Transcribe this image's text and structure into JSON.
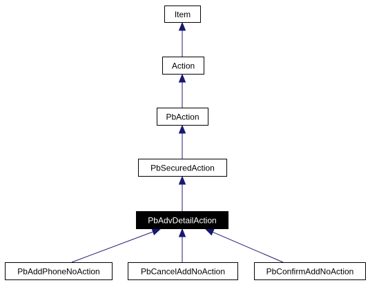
{
  "diagram": {
    "nodes": [
      {
        "id": "item",
        "label": "Item",
        "current": false
      },
      {
        "id": "action",
        "label": "Action",
        "current": false
      },
      {
        "id": "pbaction",
        "label": "PbAction",
        "current": false
      },
      {
        "id": "pbsecuredaction",
        "label": "PbSecuredAction",
        "current": false
      },
      {
        "id": "pbadvdetailaction",
        "label": "PbAdvDetailAction",
        "current": true
      },
      {
        "id": "pbaddphonenoaction",
        "label": "PbAddPhoneNoAction",
        "current": false
      },
      {
        "id": "pbcanceladdnoaction",
        "label": "PbCancelAddNoAction",
        "current": false
      },
      {
        "id": "pbconfirmaddnoaction",
        "label": "PbConfirmAddNoAction",
        "current": false
      }
    ],
    "edges": [
      {
        "from": "action",
        "to": "item"
      },
      {
        "from": "pbaction",
        "to": "action"
      },
      {
        "from": "pbsecuredaction",
        "to": "pbaction"
      },
      {
        "from": "pbadvdetailaction",
        "to": "pbsecuredaction"
      },
      {
        "from": "pbaddphonenoaction",
        "to": "pbadvdetailaction"
      },
      {
        "from": "pbcanceladdnoaction",
        "to": "pbadvdetailaction"
      },
      {
        "from": "pbconfirmaddnoaction",
        "to": "pbadvdetailaction"
      }
    ],
    "colors": {
      "edge": "#191970",
      "box_border": "#000000",
      "current_fill": "#000000",
      "current_text": "#ffffff"
    }
  }
}
